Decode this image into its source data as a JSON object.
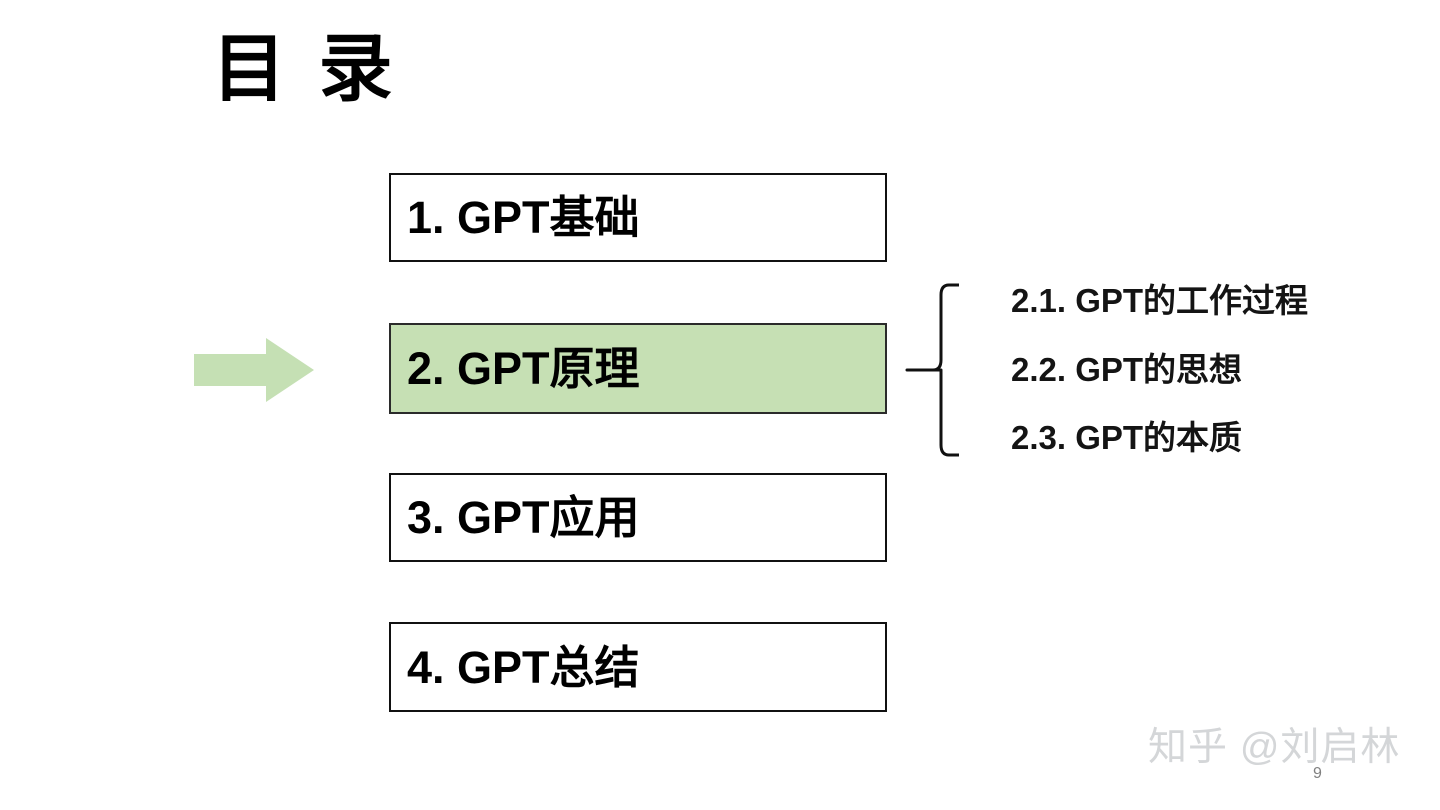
{
  "slide": {
    "title": "目 录",
    "page_number": "9",
    "watermark": "知乎 @刘启林",
    "background_color": "#ffffff"
  },
  "colors": {
    "highlight_green": "#c6e0b4",
    "arrow_green": "#c5e0b4",
    "box_border": "#111111",
    "text": "#000000",
    "watermark": "#d4d6d8"
  },
  "sections": [
    {
      "label": "1. GPT基础",
      "active": false
    },
    {
      "label": "2. GPT原理",
      "active": true
    },
    {
      "label": "3. GPT应用",
      "active": false
    },
    {
      "label": "4. GPT总结",
      "active": false
    }
  ],
  "sub_sections": [
    {
      "label": "2.1. GPT的工作过程"
    },
    {
      "label": "2.2. GPT的思想"
    },
    {
      "label": "2.3. GPT的本质"
    }
  ]
}
